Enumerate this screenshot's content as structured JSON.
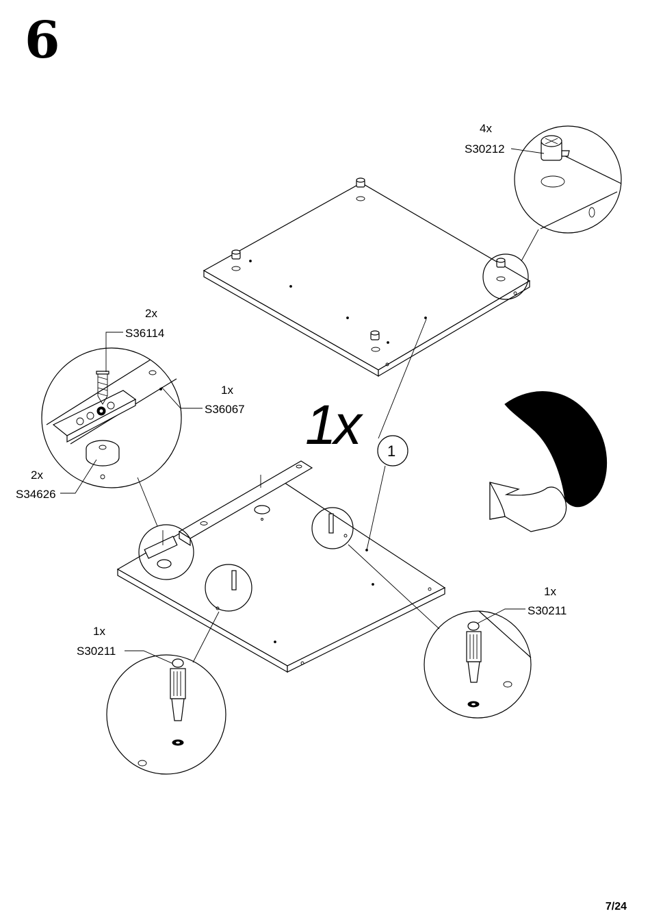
{
  "step": {
    "number": "6"
  },
  "quantity_main": "1x",
  "page": "7/24",
  "part_reference": "1",
  "callouts": {
    "top_cam": {
      "qty": "4x",
      "code": "S30212"
    },
    "screw": {
      "qty": "2x",
      "code": "S36114"
    },
    "hinge_plate": {
      "qty": "1x",
      "code": "S36067"
    },
    "spacer": {
      "qty": "2x",
      "code": "S34626"
    },
    "dowel_left": {
      "qty": "1x",
      "code": "S30211"
    },
    "dowel_right": {
      "qty": "1x",
      "code": "S30211"
    }
  },
  "icons": [
    "rotate-arrow-icon"
  ]
}
